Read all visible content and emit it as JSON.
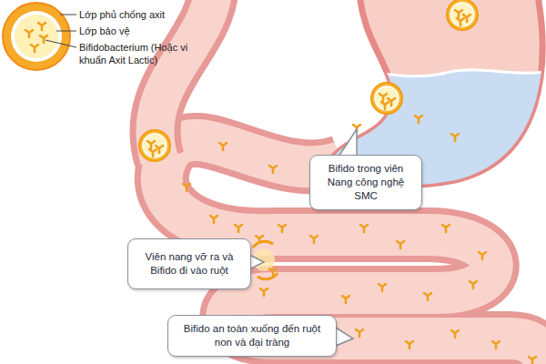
{
  "diagram": {
    "nodes": [
      {
        "text": [
          "Bifido trong viên Nang công nghệ SMC"
        ]
      },
      {
        "text": [
          "Viên nang vỡ ra và Bifido đi vào ruột"
        ]
      },
      {
        "text": [
          "Bifido an toàn xuống đến ruột non và đại tràng"
        ]
      }
    ],
    "labels": [
      "Lớp phủ chống axit",
      "Lớp bảo vệ",
      "Bifidobacterium (Hoặc vi khuẩn Axit Lactic)"
    ]
  }
}
